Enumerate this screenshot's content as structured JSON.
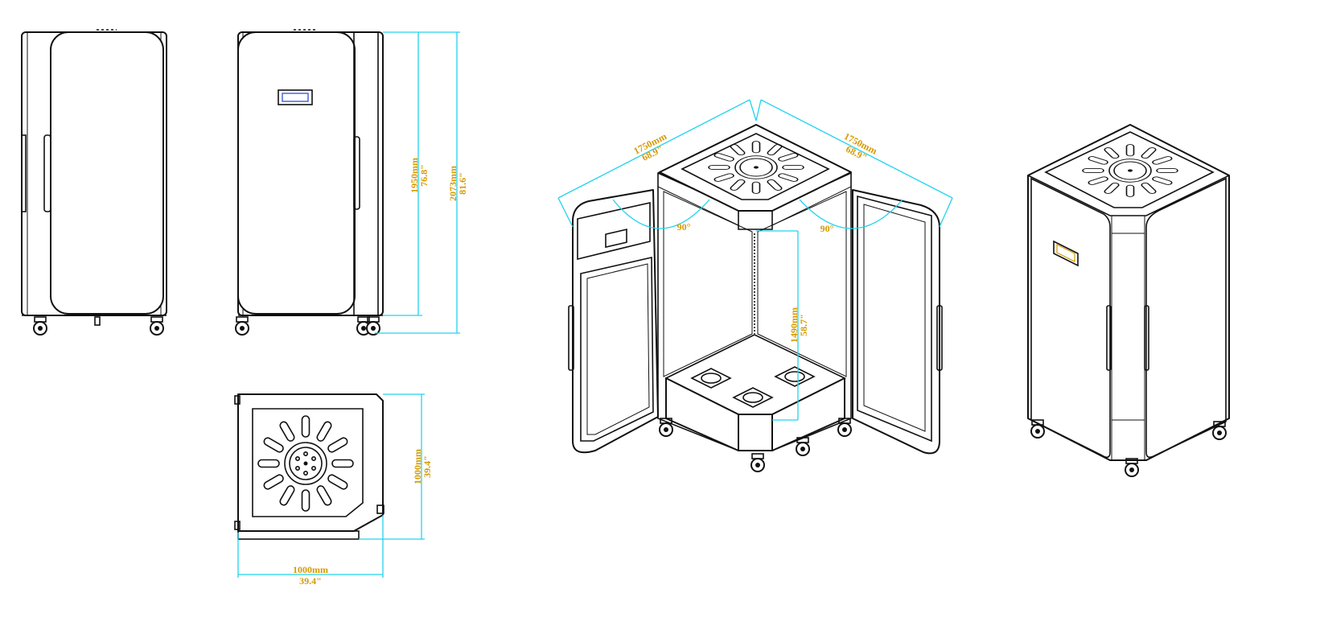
{
  "colors": {
    "dimension_line": "#22d3ee",
    "dimension_text": "#d69a00",
    "outline": "#111111",
    "display_screen": "#3b5bdb"
  },
  "dimensions": {
    "front_height_inner": {
      "mm": "1950mm",
      "inch": "76.8\""
    },
    "front_height_total": {
      "mm": "2073mm",
      "inch": "81.6\""
    },
    "top_depth": {
      "mm": "1000mm",
      "inch": "39.4\""
    },
    "top_width": {
      "mm": "1000mm",
      "inch": "39.4\""
    },
    "iso_left_width": {
      "mm": "1750mm",
      "inch": "68.9\""
    },
    "iso_right_width": {
      "mm": "1750mm",
      "inch": "68.9\""
    },
    "iso_inner_height": {
      "mm": "1490mm",
      "inch": "58.7\""
    },
    "angle_left": "90°",
    "angle_right": "90°"
  },
  "icons": [
    "fan-icon",
    "caster-wheel-icon",
    "display-screen-icon",
    "handle-icon"
  ]
}
